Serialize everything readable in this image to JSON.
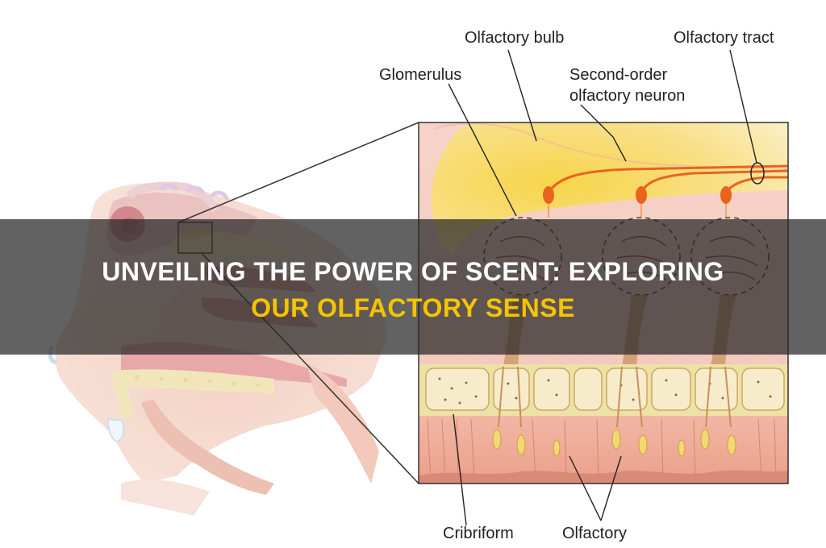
{
  "labels": {
    "olfactory_bulb": "Olfactory bulb",
    "olfactory_tract": "Olfactory tract",
    "glomerulus": "Glomerulus",
    "second_order_1": "Second-order",
    "second_order_2": "olfactory neuron",
    "cribriform": "Cribriform",
    "olfactory_bottom": "Olfactory"
  },
  "banner": {
    "line1": "UNVEILING THE POWER OF SCENT: EXPLORING",
    "line2": "OUR OLFACTORY SENSE"
  },
  "colors": {
    "banner_line2": "#f5c400",
    "banner_line1": "#ffffff",
    "bulb": "#f6d24a",
    "neuron": "#e8641e",
    "bone": "#eee1a6"
  }
}
